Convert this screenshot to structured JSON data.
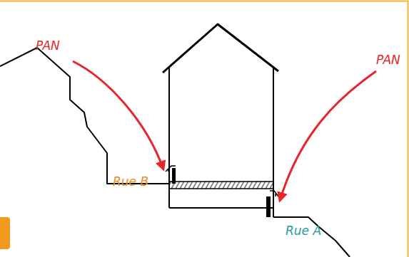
{
  "diagram": {
    "labels": [
      "PAN",
      "PAN",
      "Rue B",
      "Rue A"
    ]
  }
}
